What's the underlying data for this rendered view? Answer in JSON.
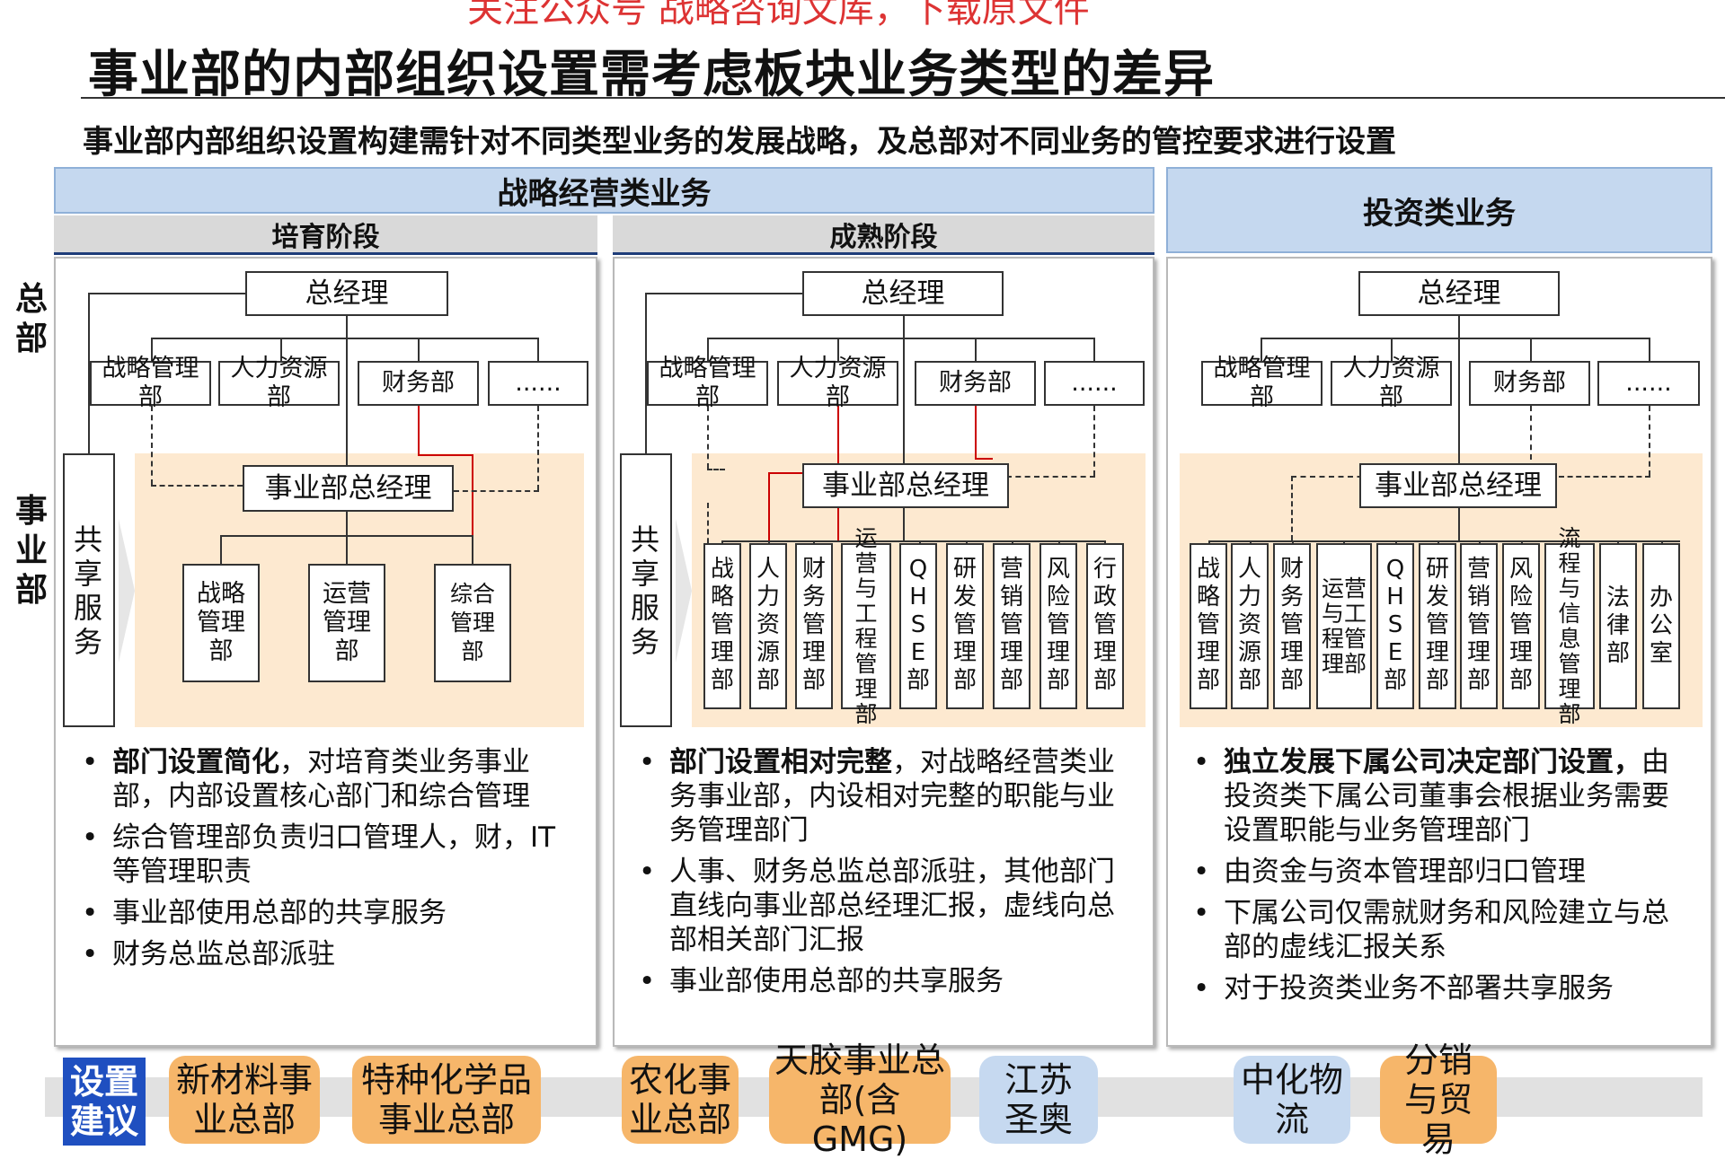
{
  "watermark": "关注公众号 战略咨询文库，下载原文件",
  "title": "事业部的内部组织设置需考虑板块业务类型的差异",
  "subtitle": "事业部内部组织设置构建需针对不同类型业务的发展战略，及总部对不同业务的管控要求进行设置",
  "side_labels": {
    "hq": "总部",
    "bu": "事业部"
  },
  "headers": {
    "strategic": "战略经营类业务",
    "nurture": "培育阶段",
    "mature": "成熟阶段",
    "investment": "投资类业务"
  },
  "hq": {
    "gm": "总经理",
    "strategy": "战略管理部",
    "hr": "人力资源部",
    "finance": "财务部",
    "more": "......"
  },
  "bu_gm": "事业部总经理",
  "shared_service": "共享服务",
  "nurture_depts": [
    "战略管理部",
    "运营管理部",
    "综合管理部"
  ],
  "mature_depts": [
    "战略管理部",
    "人力资源部",
    "财务管理部",
    "运营与工程管理部",
    "QHSE部",
    "研发管理部",
    "营销管理部",
    "风险管理部",
    "行政管理部"
  ],
  "invest_depts": [
    "战略管理部",
    "人力资源部",
    "财务管理部",
    "运营与工程管理部",
    "QHSE部",
    "研发管理部",
    "营销管理部",
    "风险管理部",
    "流程与信息管理部",
    "法律部",
    "办公室"
  ],
  "bullets": {
    "nurture": [
      {
        "bold": "部门设置简化",
        "text": "，对培育类业务事业部，内部设置核心部门和综合管理"
      },
      {
        "bold": "",
        "text": "综合管理部负责归口管理人，财，IT等管理职责"
      },
      {
        "bold": "",
        "text": "事业部使用总部的共享服务"
      },
      {
        "bold": "",
        "text": "财务总监总部派驻"
      }
    ],
    "mature": [
      {
        "bold": "部门设置相对完整",
        "text": "，对战略经营类业务事业部，内设相对完整的职能与业务管理部门"
      },
      {
        "bold": "",
        "text": "人事、财务总监总部派驻，其他部门直线向事业部总经理汇报，虚线向总部相关部门汇报"
      },
      {
        "bold": "",
        "text": "事业部使用总部的共享服务"
      }
    ],
    "invest": [
      {
        "bold": "独立发展下属公司决定部门设置，",
        "text": "由投资类下属公司董事会根据业务需要设置职能与业务管理部门"
      },
      {
        "bold": "",
        "text": "由资金与资本管理部归口管理"
      },
      {
        "bold": "",
        "text": "下属公司仅需就财务和风险建立与总部的虚线汇报关系"
      },
      {
        "bold": "",
        "text": "对于投资类业务不部署共享服务"
      }
    ]
  },
  "suggestion_label": "设置建议",
  "suggestions": [
    "新材料事业总部",
    "特种化学品事业总部",
    "农化事业总部",
    "天胶事业总部(含GMG)",
    "江苏圣奥",
    "中化物流",
    "分销与贸易"
  ],
  "colors": {
    "header_blue": "#c5d8ef",
    "stage_gray": "#d9d9d9",
    "bu_bg": "#fde9d0",
    "suggest_blue": "#1f4fc0",
    "pill_orange": "#f6b66a",
    "pill_blue": "#c6d9f0",
    "solid_red": "#cc0000"
  }
}
